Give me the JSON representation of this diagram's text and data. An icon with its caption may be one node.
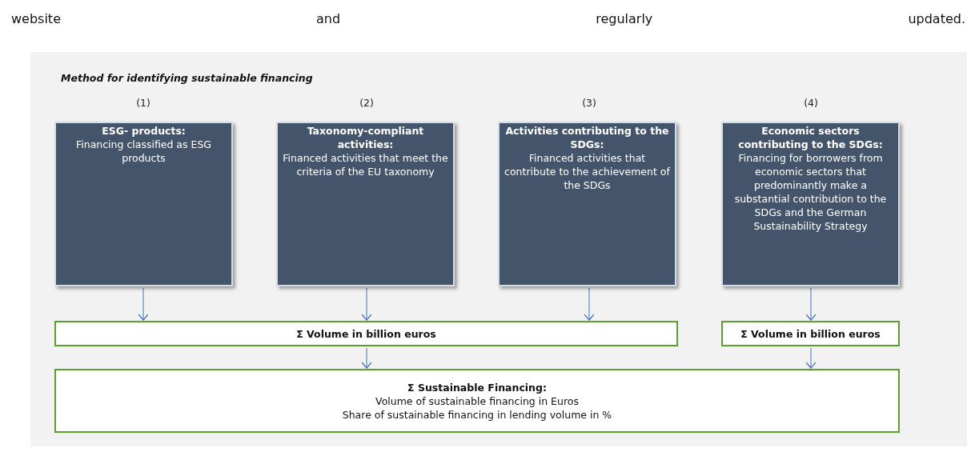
{
  "diagram": {
    "title": "Method for identifying sustainable financing",
    "nodes": [
      {
        "text": [
          "ESG- products:",
          "Financing classified as ESG products"
        ]
      },
      {
        "text": [
          "Taxonomy-compliant activities:",
          "Financed activities that meet the criteria of the EU taxonomy"
        ]
      },
      {
        "text": [
          "Activities contributing to the SDGs:",
          "Financed activities that contribute to the achievement of the SDGs"
        ]
      },
      {
        "text": [
          "Economic sectors contributing to the SDGs:",
          "Financing for borrowers from economic sectors that predominantly make a substantial contribution to the SDGs and the German Sustainability Strategy"
        ]
      },
      {
        "text": [
          "Σ Volume in billion euros"
        ]
      },
      {
        "text": [
          "Σ Volume in billion euros"
        ]
      },
      {
        "text": [
          "Σ Sustainable Financing:",
          "Volume of sustainable financing in Euros",
          "Share of sustainable financing in lending volume in %"
        ]
      }
    ],
    "edges": [
      {
        "from": 0,
        "to": 4,
        "arrow": "to"
      },
      {
        "from": 1,
        "to": 4,
        "arrow": "to"
      },
      {
        "from": 2,
        "to": 4,
        "arrow": "to"
      },
      {
        "from": 3,
        "to": 5,
        "arrow": "to"
      },
      {
        "from": 4,
        "to": 6,
        "arrow": "to"
      },
      {
        "from": 5,
        "to": 6,
        "arrow": "to"
      }
    ],
    "labels": [
      "website and regularly updated.",
      "(1)",
      "(2)",
      "(3)",
      "(4)"
    ]
  }
}
